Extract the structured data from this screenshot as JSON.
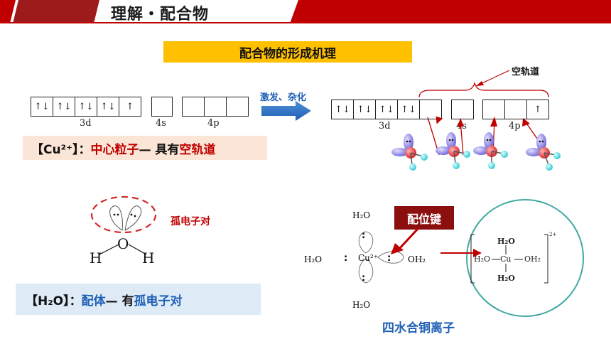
{
  "header": {
    "title": "理解・配合物"
  },
  "banner": {
    "text": "配合物的形成机理"
  },
  "left_config": {
    "pairs": [
      "↑↓",
      "↑↓",
      "↑↓",
      "↑↓",
      "↑"
    ],
    "label_3d": "3d",
    "label_4s": "4s",
    "label_4p": "4p"
  },
  "arrow": {
    "label": "激发、杂化"
  },
  "right_config": {
    "pairs": [
      "↑↓",
      "↑↓",
      "↑↓",
      "↑↓"
    ],
    "p_last": "↑",
    "label_3d": "3d",
    "label_4s": "4s",
    "label_4p": "4p",
    "empty_orbital_label": "空轨道"
  },
  "cu_box": {
    "prefix": "【Cu²⁺】：",
    "center": "中心粒子",
    "dash": " — 具有",
    "empty": "空轨道"
  },
  "water": {
    "lone_pair_label": "孤电子对",
    "h": "H",
    "o": "O"
  },
  "h2o_box": {
    "prefix": "【H₂O】：",
    "ligand": "配体",
    "dash": " — 有",
    "lp": "孤电子对"
  },
  "complex": {
    "top": "H₂O",
    "left": "H₂O",
    "center": "Cu²⁺",
    "right": "OH₂",
    "bottom": "H₂O",
    "colon": ":",
    "bond_label": "配位键",
    "name": "四水合铜离子"
  },
  "bracket": {
    "top": "H₂O",
    "left": "H₂O",
    "center": "Cu",
    "right": "OH₂",
    "bottom": "H₂O",
    "charge": "2+"
  },
  "colors": {
    "accent_red": "#c00000",
    "banner_yellow": "#ffc000",
    "box_peach": "#fbe5d6",
    "box_blue": "#deebf7",
    "teal_circle": "#3fa9a0"
  }
}
